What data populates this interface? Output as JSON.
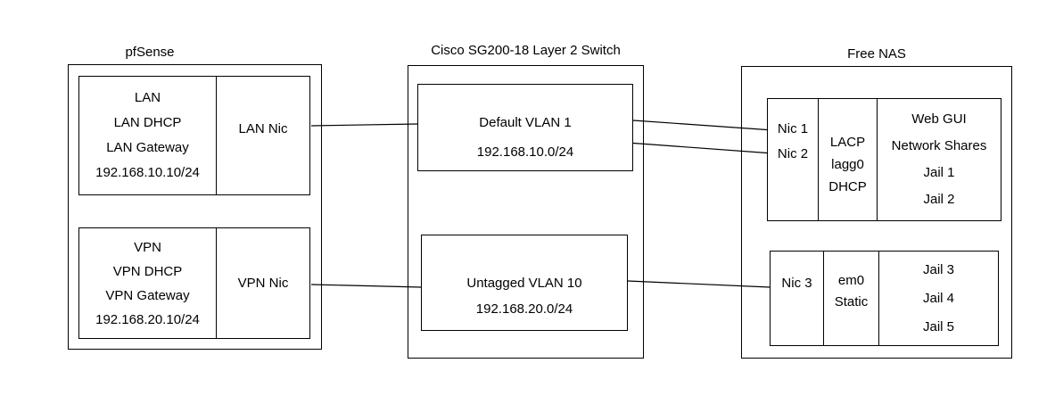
{
  "colors": {
    "line": "#000000",
    "background": "#ffffff",
    "text": "#000000"
  },
  "pfsense": {
    "title": "pfSense",
    "lan": {
      "rows": [
        "LAN",
        "LAN DHCP",
        "LAN Gateway",
        "192.168.10.10/24"
      ],
      "nic": "LAN Nic"
    },
    "vpn": {
      "rows": [
        "VPN",
        "VPN DHCP",
        "VPN Gateway",
        "192.168.20.10/24"
      ],
      "nic": "VPN Nic"
    }
  },
  "switch": {
    "title": "Cisco SG200-18 Layer 2 Switch",
    "vlan1": {
      "name": "Default VLAN 1",
      "subnet": "192.168.10.0/24"
    },
    "vlan10": {
      "name": "Untagged VLAN 10",
      "subnet": "192.168.20.0/24"
    }
  },
  "freenas": {
    "title": "Free NAS",
    "lagg_group": {
      "nics": [
        "Nic 1",
        "Nic 2"
      ],
      "config": [
        "LACP",
        "lagg0",
        "DHCP"
      ],
      "services": [
        "Web GUI",
        "Network Shares",
        "Jail 1",
        "Jail 2"
      ]
    },
    "static_group": {
      "nics": [
        "Nic 3"
      ],
      "config": [
        "em0",
        "Static"
      ],
      "services": [
        "Jail 3",
        "Jail 4",
        "Jail 5"
      ]
    }
  }
}
